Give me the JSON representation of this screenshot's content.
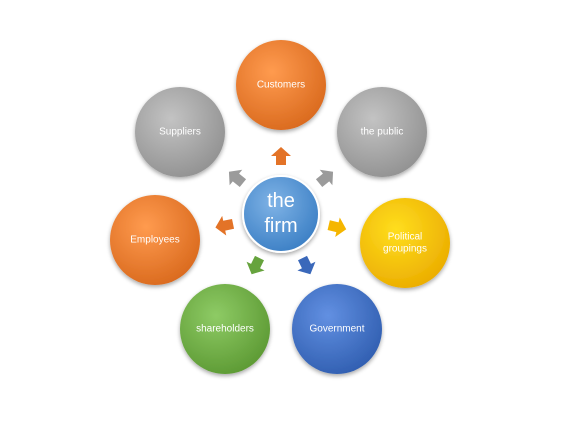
{
  "center": {
    "label_line1": "the",
    "label_line2": "firm",
    "color": "#4a8fd0"
  },
  "nodes": [
    {
      "id": "customers",
      "label": [
        "Customers"
      ],
      "color": "#ed7d31"
    },
    {
      "id": "the-public",
      "label": [
        "the public"
      ],
      "color": "#a5a5a5"
    },
    {
      "id": "political-groupings",
      "label": [
        "Political",
        "groupings"
      ],
      "color": "#ffc000"
    },
    {
      "id": "government",
      "label": [
        "Government"
      ],
      "color": "#4472c4"
    },
    {
      "id": "shareholders",
      "label": [
        "shareholders"
      ],
      "color": "#70ad47"
    },
    {
      "id": "employees",
      "label": [
        "Employees"
      ],
      "color": "#ed7d31"
    },
    {
      "id": "suppliers",
      "label": [
        "Suppliers"
      ],
      "color": "#a5a5a5"
    }
  ]
}
